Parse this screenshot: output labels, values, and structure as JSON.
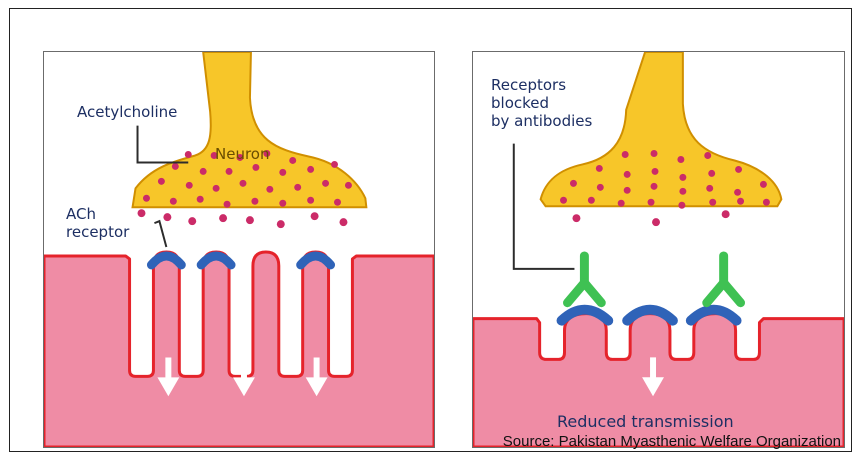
{
  "left_panel": {
    "acetylcholine_label": "Acetylcholine",
    "neuron_label": "Neuron",
    "ach_receptor_label": "ACh\nreceptor"
  },
  "right_panel": {
    "blocked_label": "Receptors\nblocked\nby antibodies",
    "reduced_transmission_label": "Reduced transmission"
  },
  "source_text": "Source: Pakistan Myasthenic Welfare Organization",
  "colors": {
    "neuron_fill": "#f7c629",
    "neuron_stroke": "#d08f00",
    "vesicle": "#cb2b68",
    "muscle_fill": "#ef8ca5",
    "muscle_stroke": "#e5232b",
    "receptor": "#2f63b8",
    "antibody": "#3fc153",
    "arrow": "#ffffff",
    "leader_line": "#2c2c2c",
    "panel_border": "#6b6b6b"
  },
  "icons": {
    "left_arrows": [
      "down-arrow-icon",
      "down-arrow-icon",
      "down-arrow-icon"
    ],
    "right_arrow": "down-arrow-icon",
    "antibodies": [
      "antibody-icon",
      "antibody-icon"
    ]
  }
}
